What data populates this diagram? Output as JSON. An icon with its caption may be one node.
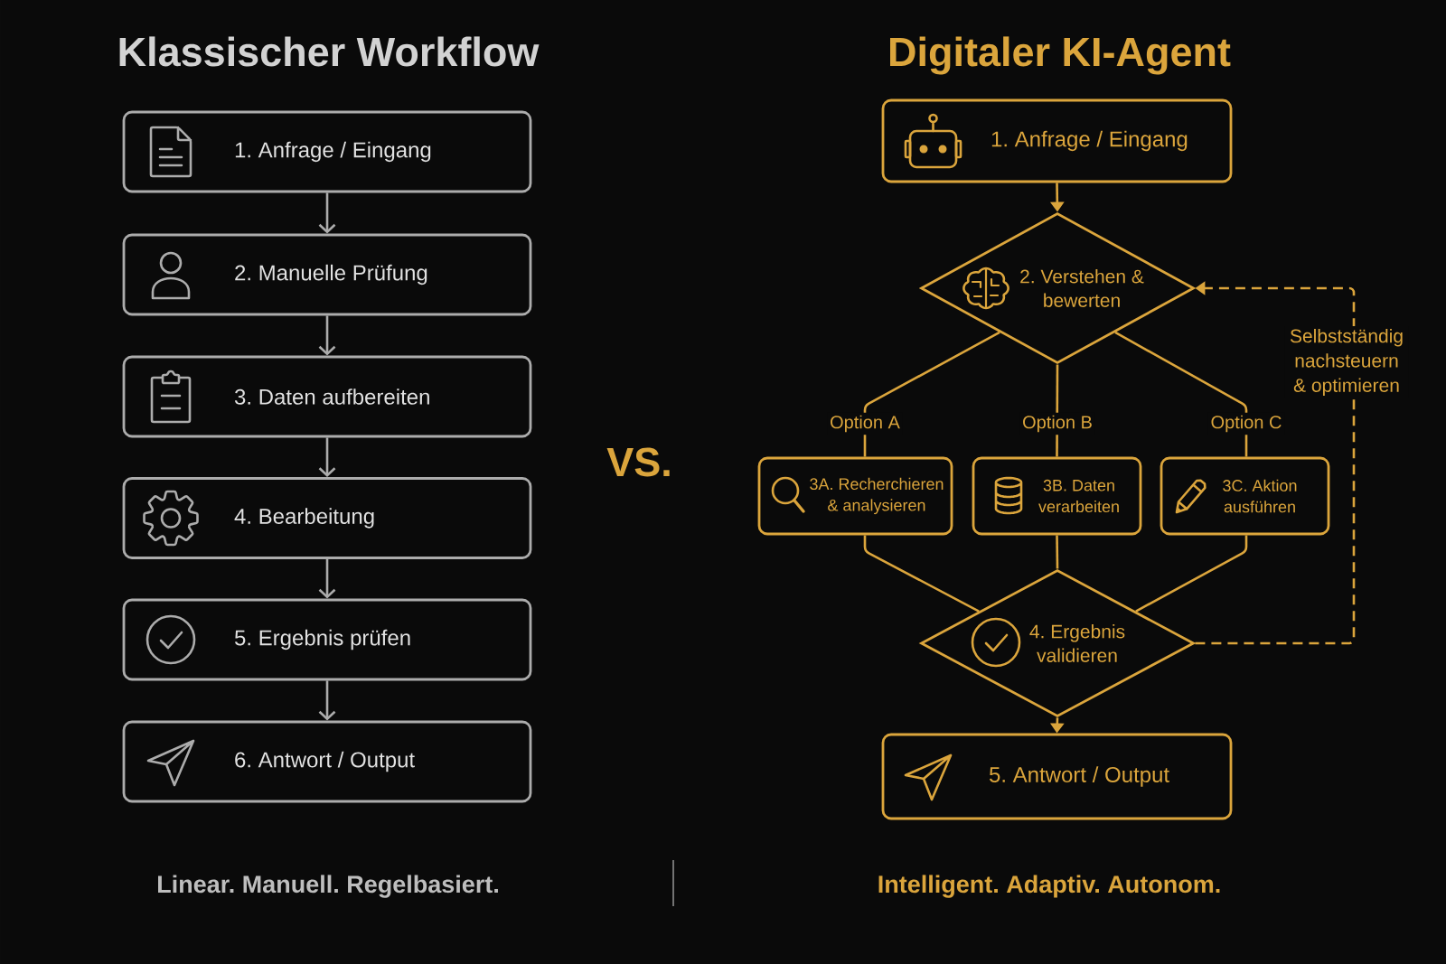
{
  "diagram": {
    "nodes": [
      {
        "text": [
          "1. Anfrage / Eingang"
        ]
      },
      {
        "text": [
          "2. Manuelle Prüfung"
        ]
      },
      {
        "text": [
          "3. Daten aufbereiten"
        ]
      },
      {
        "text": [
          "4. Bearbeitung"
        ]
      },
      {
        "text": [
          "5. Ergebnis prüfen"
        ]
      },
      {
        "text": [
          "6. Antwort / Output"
        ]
      },
      {
        "text": [
          "1. Anfrage / Eingang"
        ]
      },
      {
        "text": [
          "2. Verstehen & bewerten"
        ]
      },
      {
        "text": [
          "3A. Recherchieren & analysieren"
        ]
      },
      {
        "text": [
          "3B. Daten verarbeiten"
        ]
      },
      {
        "text": [
          "3C. Aktion ausführen"
        ]
      },
      {
        "text": [
          "4. Ergebnis validieren"
        ]
      },
      {
        "text": [
          "5. Antwort / Output"
        ]
      }
    ],
    "edges": [
      {
        "from": 0,
        "to": 1,
        "arrow": "to",
        "color": "#acacac"
      },
      {
        "from": 1,
        "to": 2,
        "arrow": "to",
        "color": "#acacac"
      },
      {
        "from": 2,
        "to": 3,
        "arrow": "to",
        "color": "#acacac"
      },
      {
        "from": 3,
        "to": 4,
        "arrow": "to",
        "color": "#acacac"
      },
      {
        "from": 4,
        "to": 5,
        "arrow": "to",
        "color": "#acacac"
      },
      {
        "from": 6,
        "to": 7,
        "arrow": "to"
      },
      {
        "from": 7,
        "to": 8,
        "arrow": "none",
        "label": "Option A"
      },
      {
        "from": 7,
        "to": 9,
        "arrow": "none",
        "label": "Option B"
      },
      {
        "from": 7,
        "to": 10,
        "arrow": "none",
        "label": "Option C"
      },
      {
        "from": 8,
        "to": 11,
        "arrow": "none"
      },
      {
        "from": 9,
        "to": 11,
        "arrow": "none"
      },
      {
        "from": 10,
        "to": 11,
        "arrow": "none"
      },
      {
        "from": 11,
        "to": 12,
        "arrow": "to"
      },
      {
        "from": 11,
        "to": 7,
        "arrow": "to",
        "label": "Selbstständig nachsteuern & optimieren",
        "style": "dashed"
      }
    ],
    "labels": [
      "Klassischer Workflow",
      "Digitaler KI-Agent",
      "VS.",
      "Linear. Manuell. Regelbasiert.",
      "Intelligent. Adaptiv. Autonom."
    ]
  }
}
